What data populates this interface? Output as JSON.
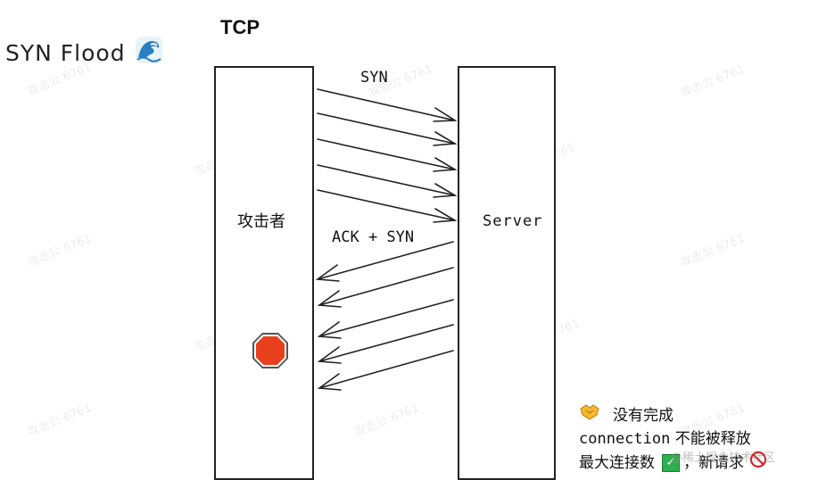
{
  "title": "SYN Flood",
  "protocol": "TCP",
  "attacker_label": "攻击者",
  "server_label": "Server",
  "syn_label": "SYN",
  "ack_syn_label": "ACK + SYN",
  "note": {
    "line1": "没有完成",
    "line2_mono": "connection",
    "line2_text": " 不能被释放",
    "line3_text": "最大连接数",
    "line3_suffix": "，新请求"
  },
  "watermark_text": "攻击公 6761",
  "footer_watermark": "@稀土掘金技术社区",
  "colors": {
    "stop": "#e8401c",
    "check": "#2bb24c",
    "shake": "#f5b82e"
  }
}
